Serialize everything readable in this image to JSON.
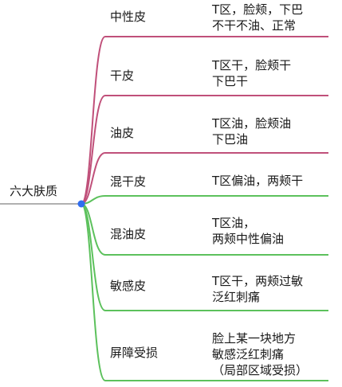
{
  "root": {
    "label": "六大肤质"
  },
  "colors": {
    "oily_group": "#c0507a",
    "dry_group": "#5cc15c",
    "hub": "#2f6df0",
    "root_line": "#b0b0b0"
  },
  "branches": [
    {
      "label": "中性皮",
      "color": "#c0507a",
      "detail": [
        "T区，脸颊，下巴",
        "不干不油、正常"
      ]
    },
    {
      "label": "干皮",
      "color": "#c0507a",
      "detail": [
        "T区干，脸颊干",
        "下巴干"
      ]
    },
    {
      "label": "油皮",
      "color": "#c0507a",
      "detail": [
        "T区油，脸颊油",
        "下巴油"
      ]
    },
    {
      "label": "混干皮",
      "color": "#5cc15c",
      "detail": [
        "T区偏油，两颊干"
      ]
    },
    {
      "label": "混油皮",
      "color": "#5cc15c",
      "detail": [
        "T区油，",
        "两颊中性偏油"
      ]
    },
    {
      "label": "敏感皮",
      "color": "#5cc15c",
      "detail": [
        "T区干，两颊过敏",
        "泛红刺痛"
      ]
    },
    {
      "label": "屏障受损",
      "color": "#5cc15c",
      "detail": [
        "脸上某一块地方",
        "敏感泛红刺痛",
        "（局部区域受损）"
      ]
    }
  ]
}
